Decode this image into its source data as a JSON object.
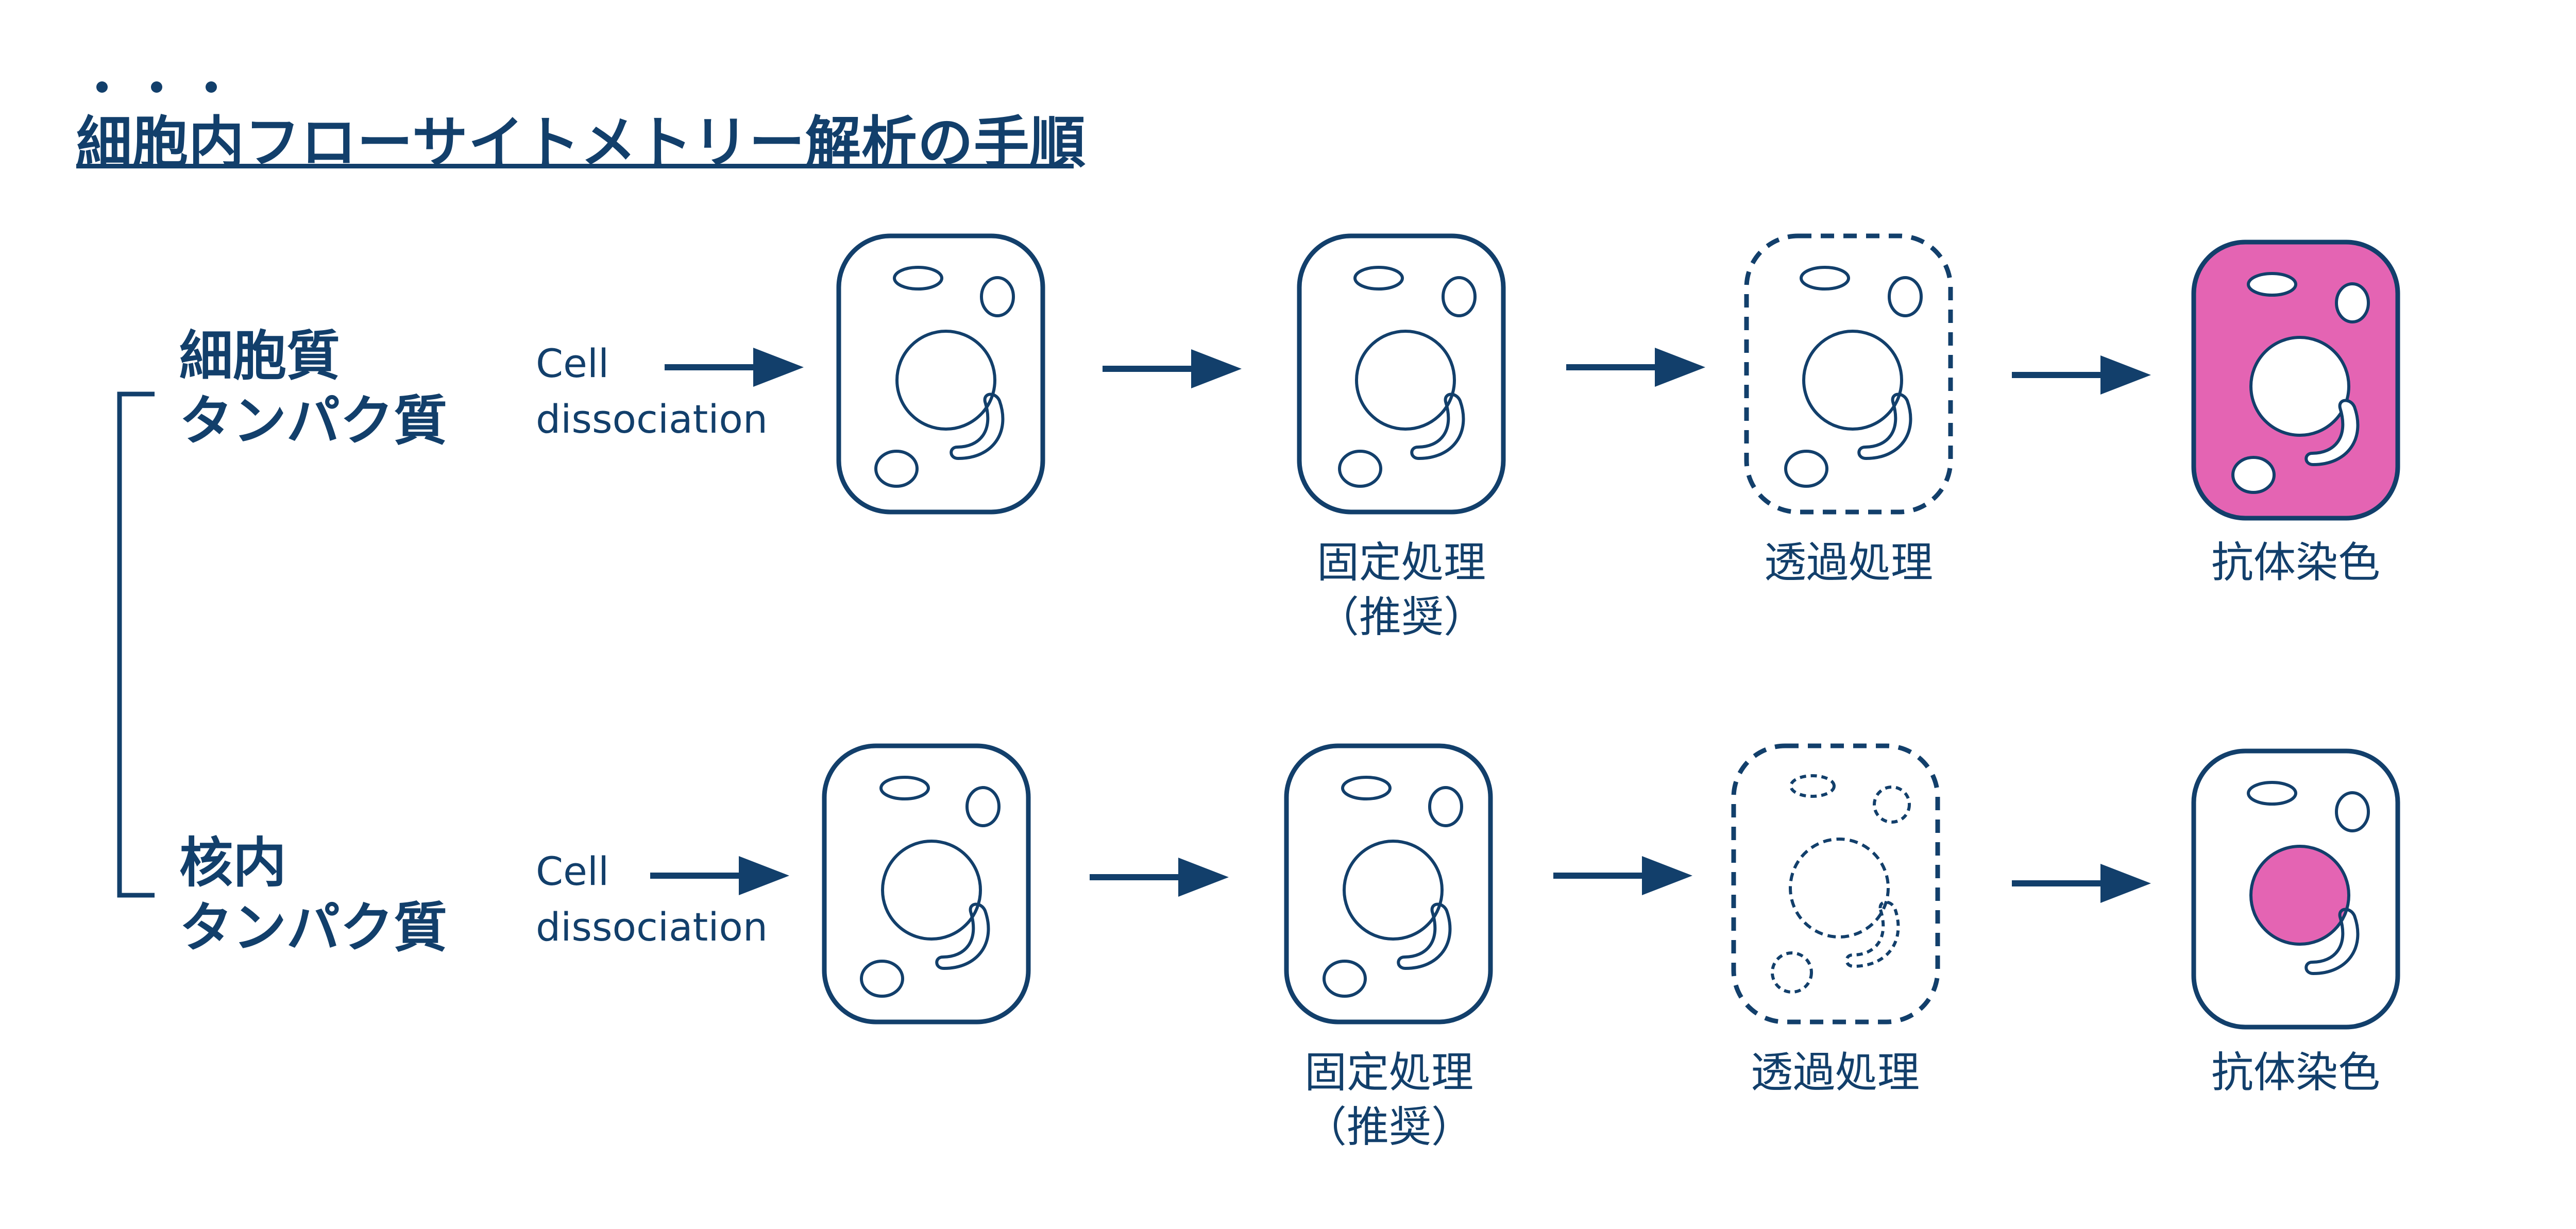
{
  "title": "細胞内フローサイトメトリー解析の手順",
  "colors": {
    "ink": "#123f6b",
    "stain": "#e464b3",
    "background": "#ffffff"
  },
  "rows": [
    {
      "label_line1": "細胞質",
      "label_line2": "タンパク質",
      "step_line1": "Cell",
      "step_line2": "dissociation",
      "captions": [
        {
          "line1": "固定処理",
          "line2": "（推奨）"
        },
        {
          "line1": "透過処理",
          "line2": ""
        },
        {
          "line1": "抗体染色",
          "line2": ""
        }
      ]
    },
    {
      "label_line1": "核内",
      "label_line2": "タンパク質",
      "step_line1": "Cell",
      "step_line2": "dissociation",
      "captions": [
        {
          "line1": "固定処理",
          "line2": "（推奨）"
        },
        {
          "line1": "透過処理",
          "line2": ""
        },
        {
          "line1": "抗体染色",
          "line2": ""
        }
      ]
    }
  ]
}
